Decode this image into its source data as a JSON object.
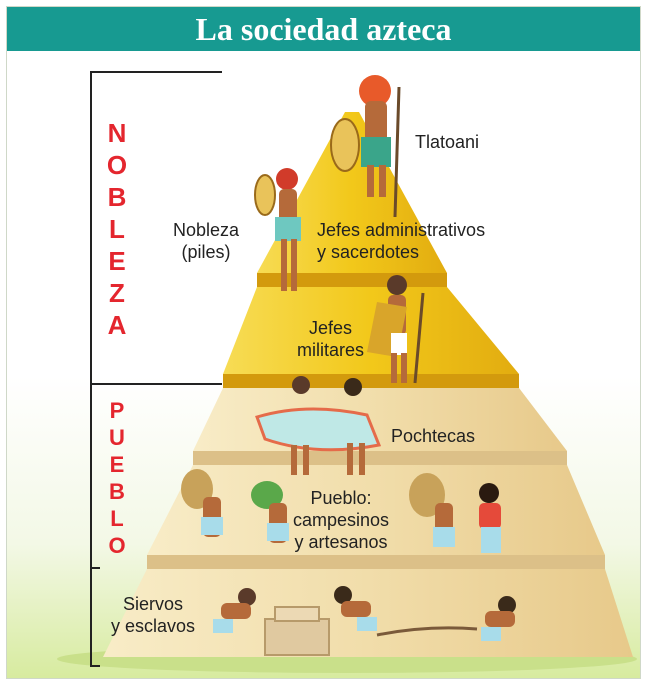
{
  "title": "La sociedad azteca",
  "groups": {
    "nobleza": [
      "N",
      "O",
      "B",
      "L",
      "E",
      "Z",
      "A"
    ],
    "pueblo": [
      "P",
      "U",
      "E",
      "B",
      "L",
      "O"
    ]
  },
  "levels": {
    "tlatoani": "Tlatoani",
    "nobleza_line1": "Nobleza",
    "nobleza_line2": "(piles)",
    "jefes_admin_line1": "Jefes administrativos",
    "jefes_admin_line2": "y sacerdotes",
    "jefes_mil_line1": "Jefes",
    "jefes_mil_line2": "militares",
    "pochtecas": "Pochtecas",
    "pueblo_line1": "Pueblo:",
    "pueblo_line2": "campesinos",
    "pueblo_line3": "y artesanos",
    "siervos_line1": "Siervos",
    "siervos_line2": "y esclavos"
  },
  "colors": {
    "title_bg": "#179a91",
    "group_letters": "#e4262e",
    "nobility_tiers": "#f2c81a",
    "commoner_tiers": "#f1ddaa"
  }
}
